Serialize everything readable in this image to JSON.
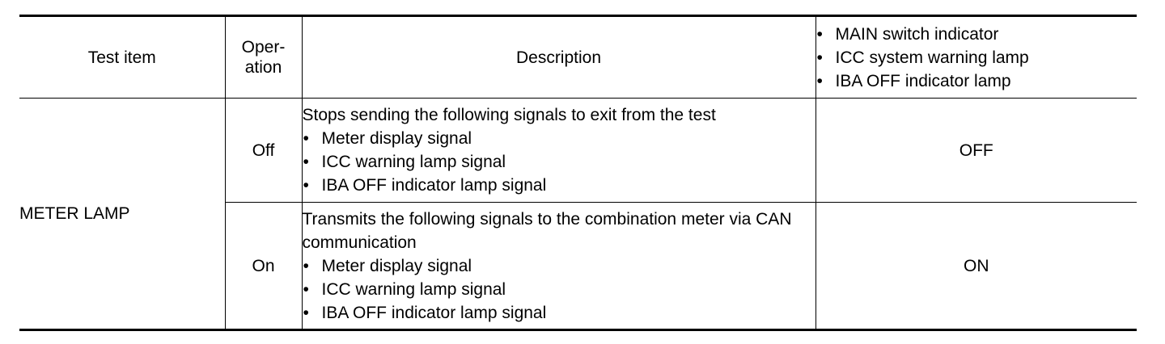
{
  "header": {
    "test_item": "Test item",
    "operation": "Oper-\nation",
    "description": "Description",
    "indicators": [
      "MAIN switch indicator",
      "ICC system warning lamp",
      "IBA OFF indicator lamp"
    ]
  },
  "rows": [
    {
      "test_item": "METER LAMP",
      "operation": "Off",
      "description_lead": "Stops sending the following signals to exit from the test",
      "bullets": [
        "Meter display signal",
        "ICC warning lamp signal",
        "IBA OFF indicator lamp signal"
      ],
      "state": "OFF"
    },
    {
      "operation": "On",
      "description_lead": "Transmits the following signals to the combination meter via CAN communication",
      "bullets": [
        "Meter display signal",
        "ICC warning lamp signal",
        "IBA OFF indicator lamp signal"
      ],
      "state": "ON"
    }
  ]
}
